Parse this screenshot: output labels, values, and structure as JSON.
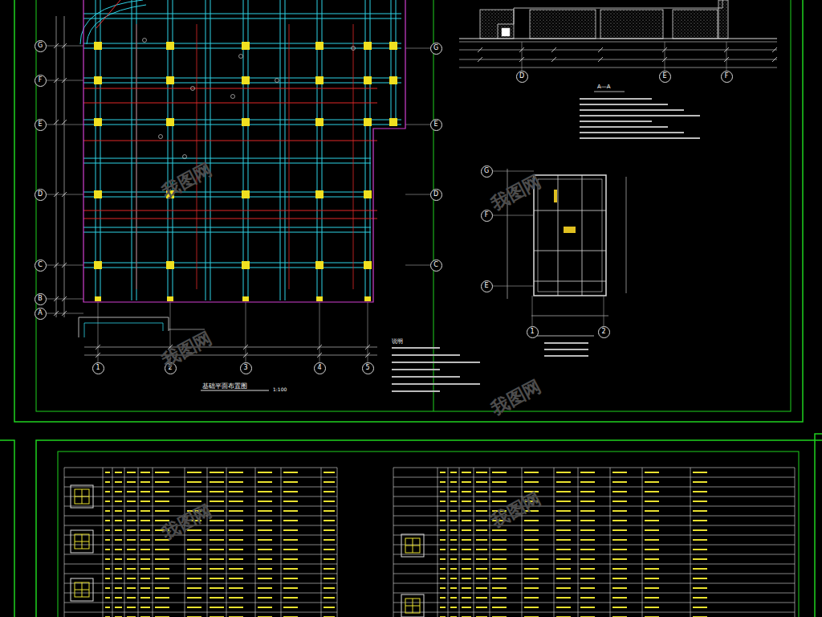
{
  "diagram": {
    "nodes": [
      {
        "text": [
          "G"
        ]
      },
      {
        "text": [
          "F"
        ]
      },
      {
        "text": [
          "E"
        ]
      },
      {
        "text": [
          "D"
        ]
      },
      {
        "text": [
          "C"
        ]
      },
      {
        "text": [
          "B"
        ]
      },
      {
        "text": [
          "A"
        ]
      },
      {
        "text": [
          "G"
        ]
      },
      {
        "text": [
          "E"
        ]
      },
      {
        "text": [
          "D"
        ]
      },
      {
        "text": [
          "C"
        ]
      },
      {
        "text": [
          "1"
        ]
      },
      {
        "text": [
          "2"
        ]
      },
      {
        "text": [
          "3"
        ]
      },
      {
        "text": [
          "4"
        ]
      },
      {
        "text": [
          "5"
        ]
      },
      {
        "text": [
          "D"
        ]
      },
      {
        "text": [
          "E"
        ]
      },
      {
        "text": [
          "F"
        ]
      },
      {
        "text": [
          "G"
        ]
      },
      {
        "text": [
          "F"
        ]
      },
      {
        "text": [
          "E"
        ]
      },
      {
        "text": [
          "1"
        ]
      },
      {
        "text": [
          "2"
        ]
      }
    ],
    "labels": [
      "基础平面布置图",
      "1:100",
      "A—A",
      "说明",
      "我图网",
      "我图网",
      "我图网",
      "我图网",
      "我图网",
      "我图网"
    ]
  }
}
